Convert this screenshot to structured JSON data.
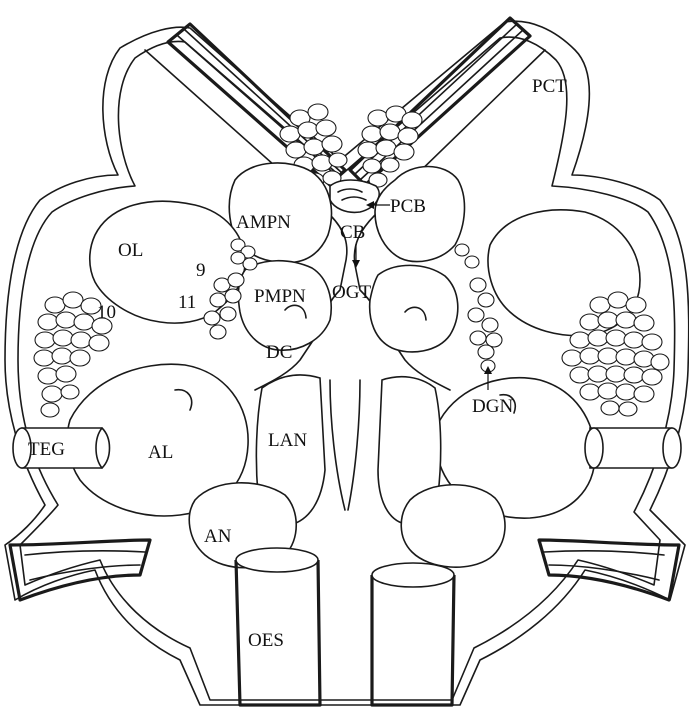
{
  "labels": {
    "pct": "PCT",
    "pcb": "PCB",
    "ampn": "AMPN",
    "cb": "CB",
    "ol": "OL",
    "n9": "9",
    "n10": "10",
    "n11": "11",
    "pmpn": "PMPN",
    "ogt": "OGT",
    "dc": "DC",
    "dgn": "DGN",
    "teg": "TEG",
    "al": "AL",
    "lan": "LAN",
    "an": "AN",
    "oes": "OES"
  }
}
